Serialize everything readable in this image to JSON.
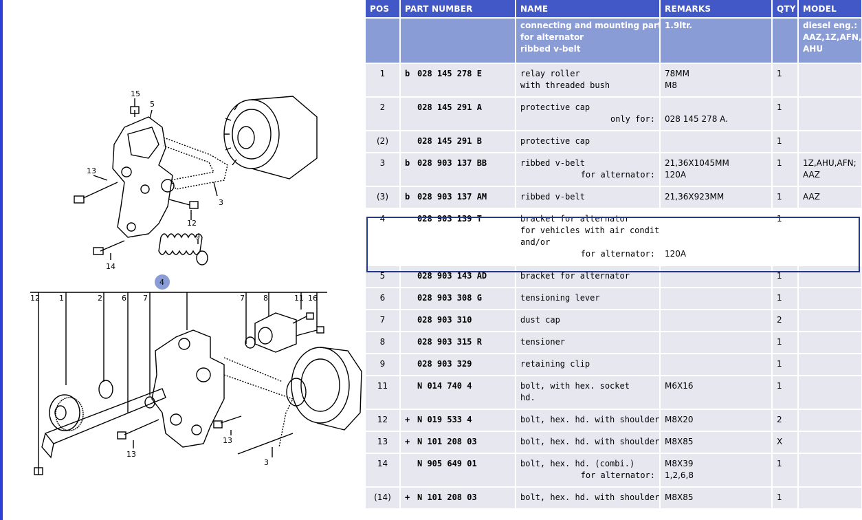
{
  "header": {
    "pos": "POS",
    "part_number": "PART NUMBER",
    "name": "NAME",
    "remarks": "REMARKS",
    "qty": "QTY",
    "model": "MODEL"
  },
  "intro": {
    "name_lines": [
      "connecting and mounting parts",
      "for alternator",
      "ribbed v-belt"
    ],
    "remarks": "1.9ltr.",
    "model_lines": [
      "diesel eng.:",
      "AAZ,1Z,AFN,",
      "AHU"
    ]
  },
  "rows": [
    {
      "pos": "1",
      "flag": "b",
      "prefix": "",
      "pn": "028 145 278 E",
      "name": [
        "relay roller",
        "with threaded bush"
      ],
      "cond_label": "",
      "remarks": [
        "78MM",
        "M8"
      ],
      "qty": "1",
      "model": []
    },
    {
      "pos": "2",
      "flag": "",
      "prefix": "",
      "pn": "028 145 291 A",
      "name": [
        "protective cap"
      ],
      "cond_label": "only for:",
      "remarks": [
        "",
        "028 145 278 A."
      ],
      "qty": "1",
      "model": []
    },
    {
      "pos": "(2)",
      "flag": "",
      "prefix": "",
      "pn": "028 145 291 B",
      "name": [
        "protective cap"
      ],
      "cond_label": "",
      "remarks": [],
      "qty": "1",
      "model": []
    },
    {
      "pos": "3",
      "flag": "b",
      "prefix": "",
      "pn": "028 903 137 BB",
      "name": [
        "ribbed v-belt"
      ],
      "cond_label": "for alternator:",
      "remarks": [
        "21,36X1045MM",
        "120A"
      ],
      "qty": "1",
      "model": [
        "1Z,AHU,AFN;",
        "AAZ"
      ]
    },
    {
      "pos": "(3)",
      "flag": "b",
      "prefix": "",
      "pn": "028 903 137 AM",
      "name": [
        "ribbed v-belt"
      ],
      "cond_label": "",
      "remarks": [
        "21,36X923MM"
      ],
      "qty": "1",
      "model": [
        "AAZ"
      ]
    },
    {
      "pos": "4",
      "flag": "",
      "prefix": "",
      "pn": "028 903 139 T",
      "name": [
        "bracket for alternator",
        "for vehicles with air condit.",
        "and/or"
      ],
      "cond_label": "for alternator:",
      "remarks": [
        "",
        "",
        "",
        "120A"
      ],
      "qty": "1",
      "model": []
    },
    {
      "pos": "5",
      "flag": "",
      "prefix": "",
      "pn": "028 903 143 AD",
      "name": [
        "bracket for alternator"
      ],
      "cond_label": "",
      "remarks": [],
      "qty": "1",
      "model": []
    },
    {
      "pos": "6",
      "flag": "",
      "prefix": "",
      "pn": "028 903 308 G",
      "name": [
        "tensioning lever"
      ],
      "cond_label": "",
      "remarks": [],
      "qty": "1",
      "model": []
    },
    {
      "pos": "7",
      "flag": "",
      "prefix": "",
      "pn": "028 903 310",
      "name": [
        "dust cap"
      ],
      "cond_label": "",
      "remarks": [],
      "qty": "2",
      "model": []
    },
    {
      "pos": "8",
      "flag": "",
      "prefix": "",
      "pn": "028 903 315 R",
      "name": [
        "tensioner"
      ],
      "cond_label": "",
      "remarks": [],
      "qty": "1",
      "model": []
    },
    {
      "pos": "9",
      "flag": "",
      "prefix": "",
      "pn": "028 903 329",
      "name": [
        "retaining clip"
      ],
      "cond_label": "",
      "remarks": [],
      "qty": "1",
      "model": []
    },
    {
      "pos": "11",
      "flag": "",
      "prefix": "",
      "pn": "N 014 740 4",
      "name": [
        "bolt, with hex. socket",
        "hd."
      ],
      "cond_label": "",
      "remarks": [
        "M6X16"
      ],
      "qty": "1",
      "model": []
    },
    {
      "pos": "12",
      "flag": "+",
      "prefix": "",
      "pn": "N 019 533 4",
      "name": [
        "bolt, hex. hd. with shoulder"
      ],
      "cond_label": "",
      "remarks": [
        "M8X20"
      ],
      "qty": "2",
      "model": []
    },
    {
      "pos": "13",
      "flag": "+",
      "prefix": "",
      "pn": "N 101 208 03",
      "name": [
        "bolt, hex. hd. with shoulder"
      ],
      "cond_label": "",
      "remarks": [
        "M8X85"
      ],
      "qty": "X",
      "model": []
    },
    {
      "pos": "14",
      "flag": "",
      "prefix": "",
      "pn": "N 905 649 01",
      "name": [
        "bolt, hex. hd. (combi.)"
      ],
      "cond_label": "for alternator:",
      "remarks": [
        "M8X39",
        "1,2,6,8"
      ],
      "qty": "1",
      "model": []
    },
    {
      "pos": "(14)",
      "flag": "+",
      "prefix": "",
      "pn": "N 101 208 03",
      "name": [
        "bolt, hex. hd. with shoulder"
      ],
      "cond_label": "",
      "remarks": [
        "M8X85"
      ],
      "qty": "1",
      "model": []
    }
  ],
  "diagram": {
    "top_labels": [
      "15",
      "5",
      "13",
      "3",
      "12",
      "9",
      "14"
    ],
    "marker": "4",
    "bottom_labels": [
      "12",
      "1",
      "2",
      "6",
      "7",
      "7",
      "8",
      "11",
      "16",
      "13",
      "13",
      "3"
    ]
  }
}
